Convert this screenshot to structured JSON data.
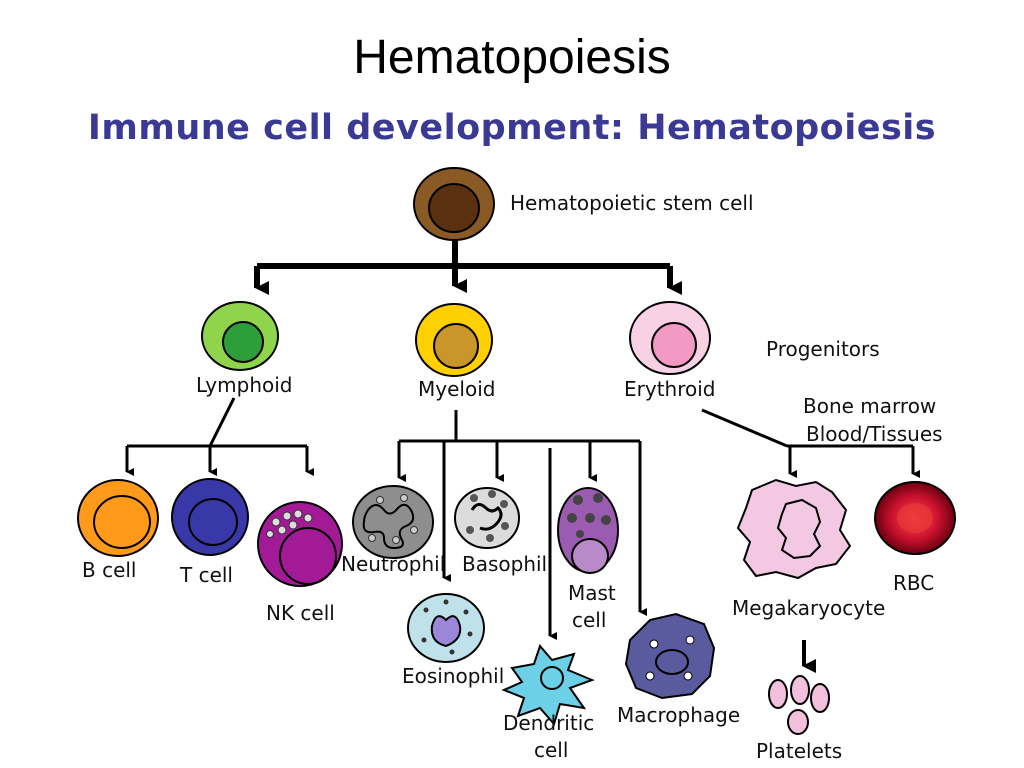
{
  "slide_title": "Hematopoiesis",
  "subtitle": "Immune cell development:  Hematopoiesis",
  "labels": {
    "stem_cell": "Hematopoietic stem cell",
    "progenitors": "Progenitors",
    "lymphoid": "Lymphoid",
    "myeloid": "Myeloid",
    "erythroid": "Erythroid",
    "bone_marrow": "Bone marrow",
    "blood_tissues": "Blood/Tissues",
    "b_cell": "B cell",
    "t_cell": "T cell",
    "nk_cell": "NK cell",
    "neutrophil": "Neutrophil",
    "basophil": "Basophil",
    "mast_line1": "Mast",
    "mast_line2": "cell",
    "eosinophil": "Eosinophil",
    "dendritic_line1": "Dendritic",
    "dendritic_line2": "cell",
    "macrophage": "Macrophage",
    "megakaryocyte": "Megakaryocyte",
    "rbc": "RBC",
    "platelets": "Platelets"
  },
  "colors": {
    "subtitle": "#3a3a94",
    "stem_outer": "#8a5a24",
    "stem_inner": "#5a3010",
    "lymphoid_outer": "#8fd44a",
    "lymphoid_inner": "#2e9e3a",
    "myeloid_outer": "#ffd000",
    "myeloid_inner": "#c9962c",
    "erythroid_outer": "#f8d2e4",
    "erythroid_inner": "#f29ac4",
    "b_cell": "#ff9a1a",
    "t_cell": "#3838a8",
    "nk_cell": "#a21a96",
    "neutrophil": "#8e8e8e",
    "basophil": "#dcdcdc",
    "mast_cell": "#9b5bb0",
    "eosinophil": "#bfe2ea",
    "eosinophil_nucleus": "#9b86d8",
    "dendritic": "#6cd0e6",
    "macrophage": "#5a5a9e",
    "megakaryocyte": "#f2c8e2",
    "rbc": "#c8102e",
    "platelets": "#f2c0dc"
  }
}
